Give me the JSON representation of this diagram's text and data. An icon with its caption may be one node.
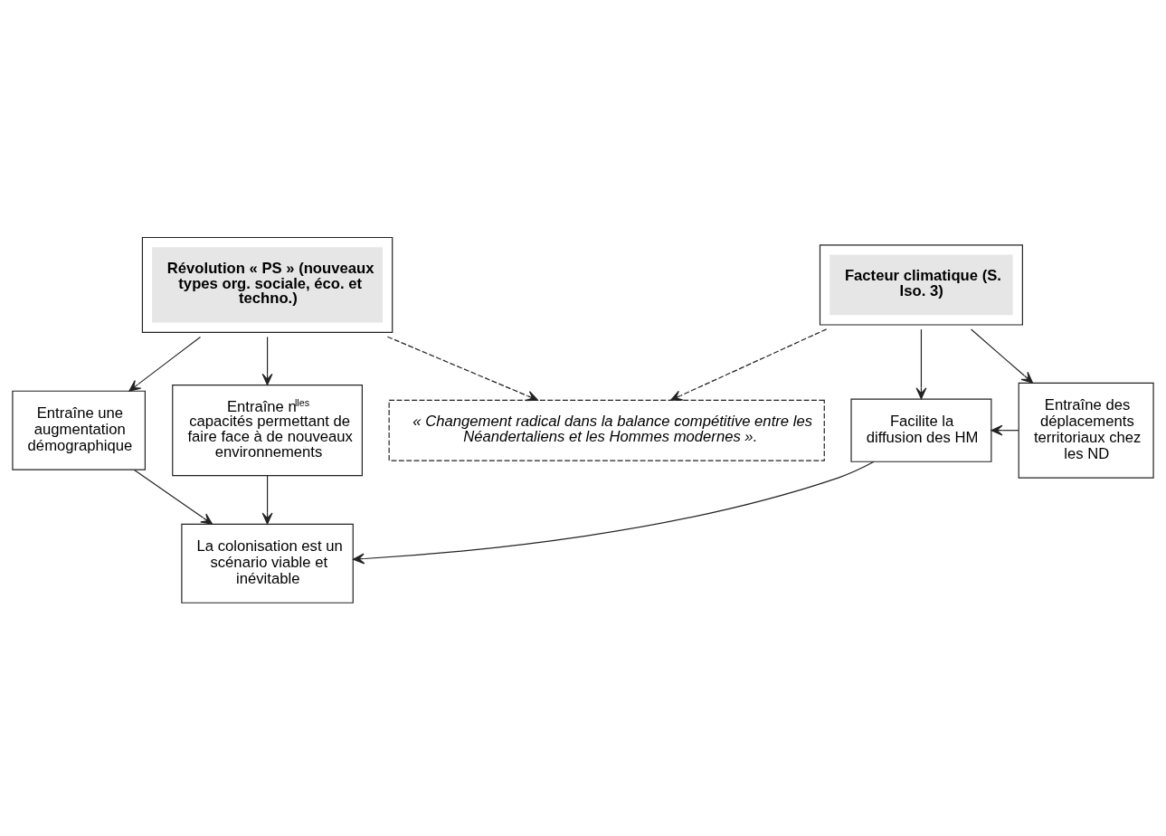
{
  "diagram": {
    "nodes": [
      {
        "text": [
          "Révolution « PS » (nouveaux types org. sociale, éco. et techno.)"
        ]
      },
      {
        "text": [
          "Facteur climatique (S. Iso. 3)"
        ]
      },
      {
        "text": [
          "Entraîne une augmentation démographique"
        ]
      },
      {
        "text": [
          "Entraîne n$^{lles}$ capacités permettant de faire face à de nouveaux environnements"
        ]
      },
      {
        "text": [
          "Facilite la diffusion des HM"
        ]
      },
      {
        "text": [
          "Entraîne des déplacements territoriaux chez les ND"
        ]
      },
      {
        "text": [
          "La colonisation est un scénario viable et inévitable"
        ]
      },
      {
        "text": [
          "« Changement radical dans la balance compétitive entre les Néandertaliens et les Hommes modernes »."
        ]
      }
    ],
    "edges": [
      {
        "from": 0,
        "to": 2,
        "arrow": "to"
      },
      {
        "from": 0,
        "to": 3,
        "arrow": "to"
      },
      {
        "from": 1,
        "to": 4,
        "arrow": "to"
      },
      {
        "from": 1,
        "to": 5,
        "arrow": "to"
      },
      {
        "from": 5,
        "to": 4,
        "arrow": "to"
      },
      {
        "from": 2,
        "to": 6,
        "arrow": "to"
      },
      {
        "from": 3,
        "to": 6,
        "arrow": "to"
      },
      {
        "from": 4,
        "to": 6,
        "arrow": "to"
      },
      {
        "from": 0,
        "to": 7,
        "arrow": "to",
        "style": "dashed"
      },
      {
        "from": 1,
        "to": 7,
        "arrow": "to",
        "style": "dashed"
      }
    ]
  }
}
